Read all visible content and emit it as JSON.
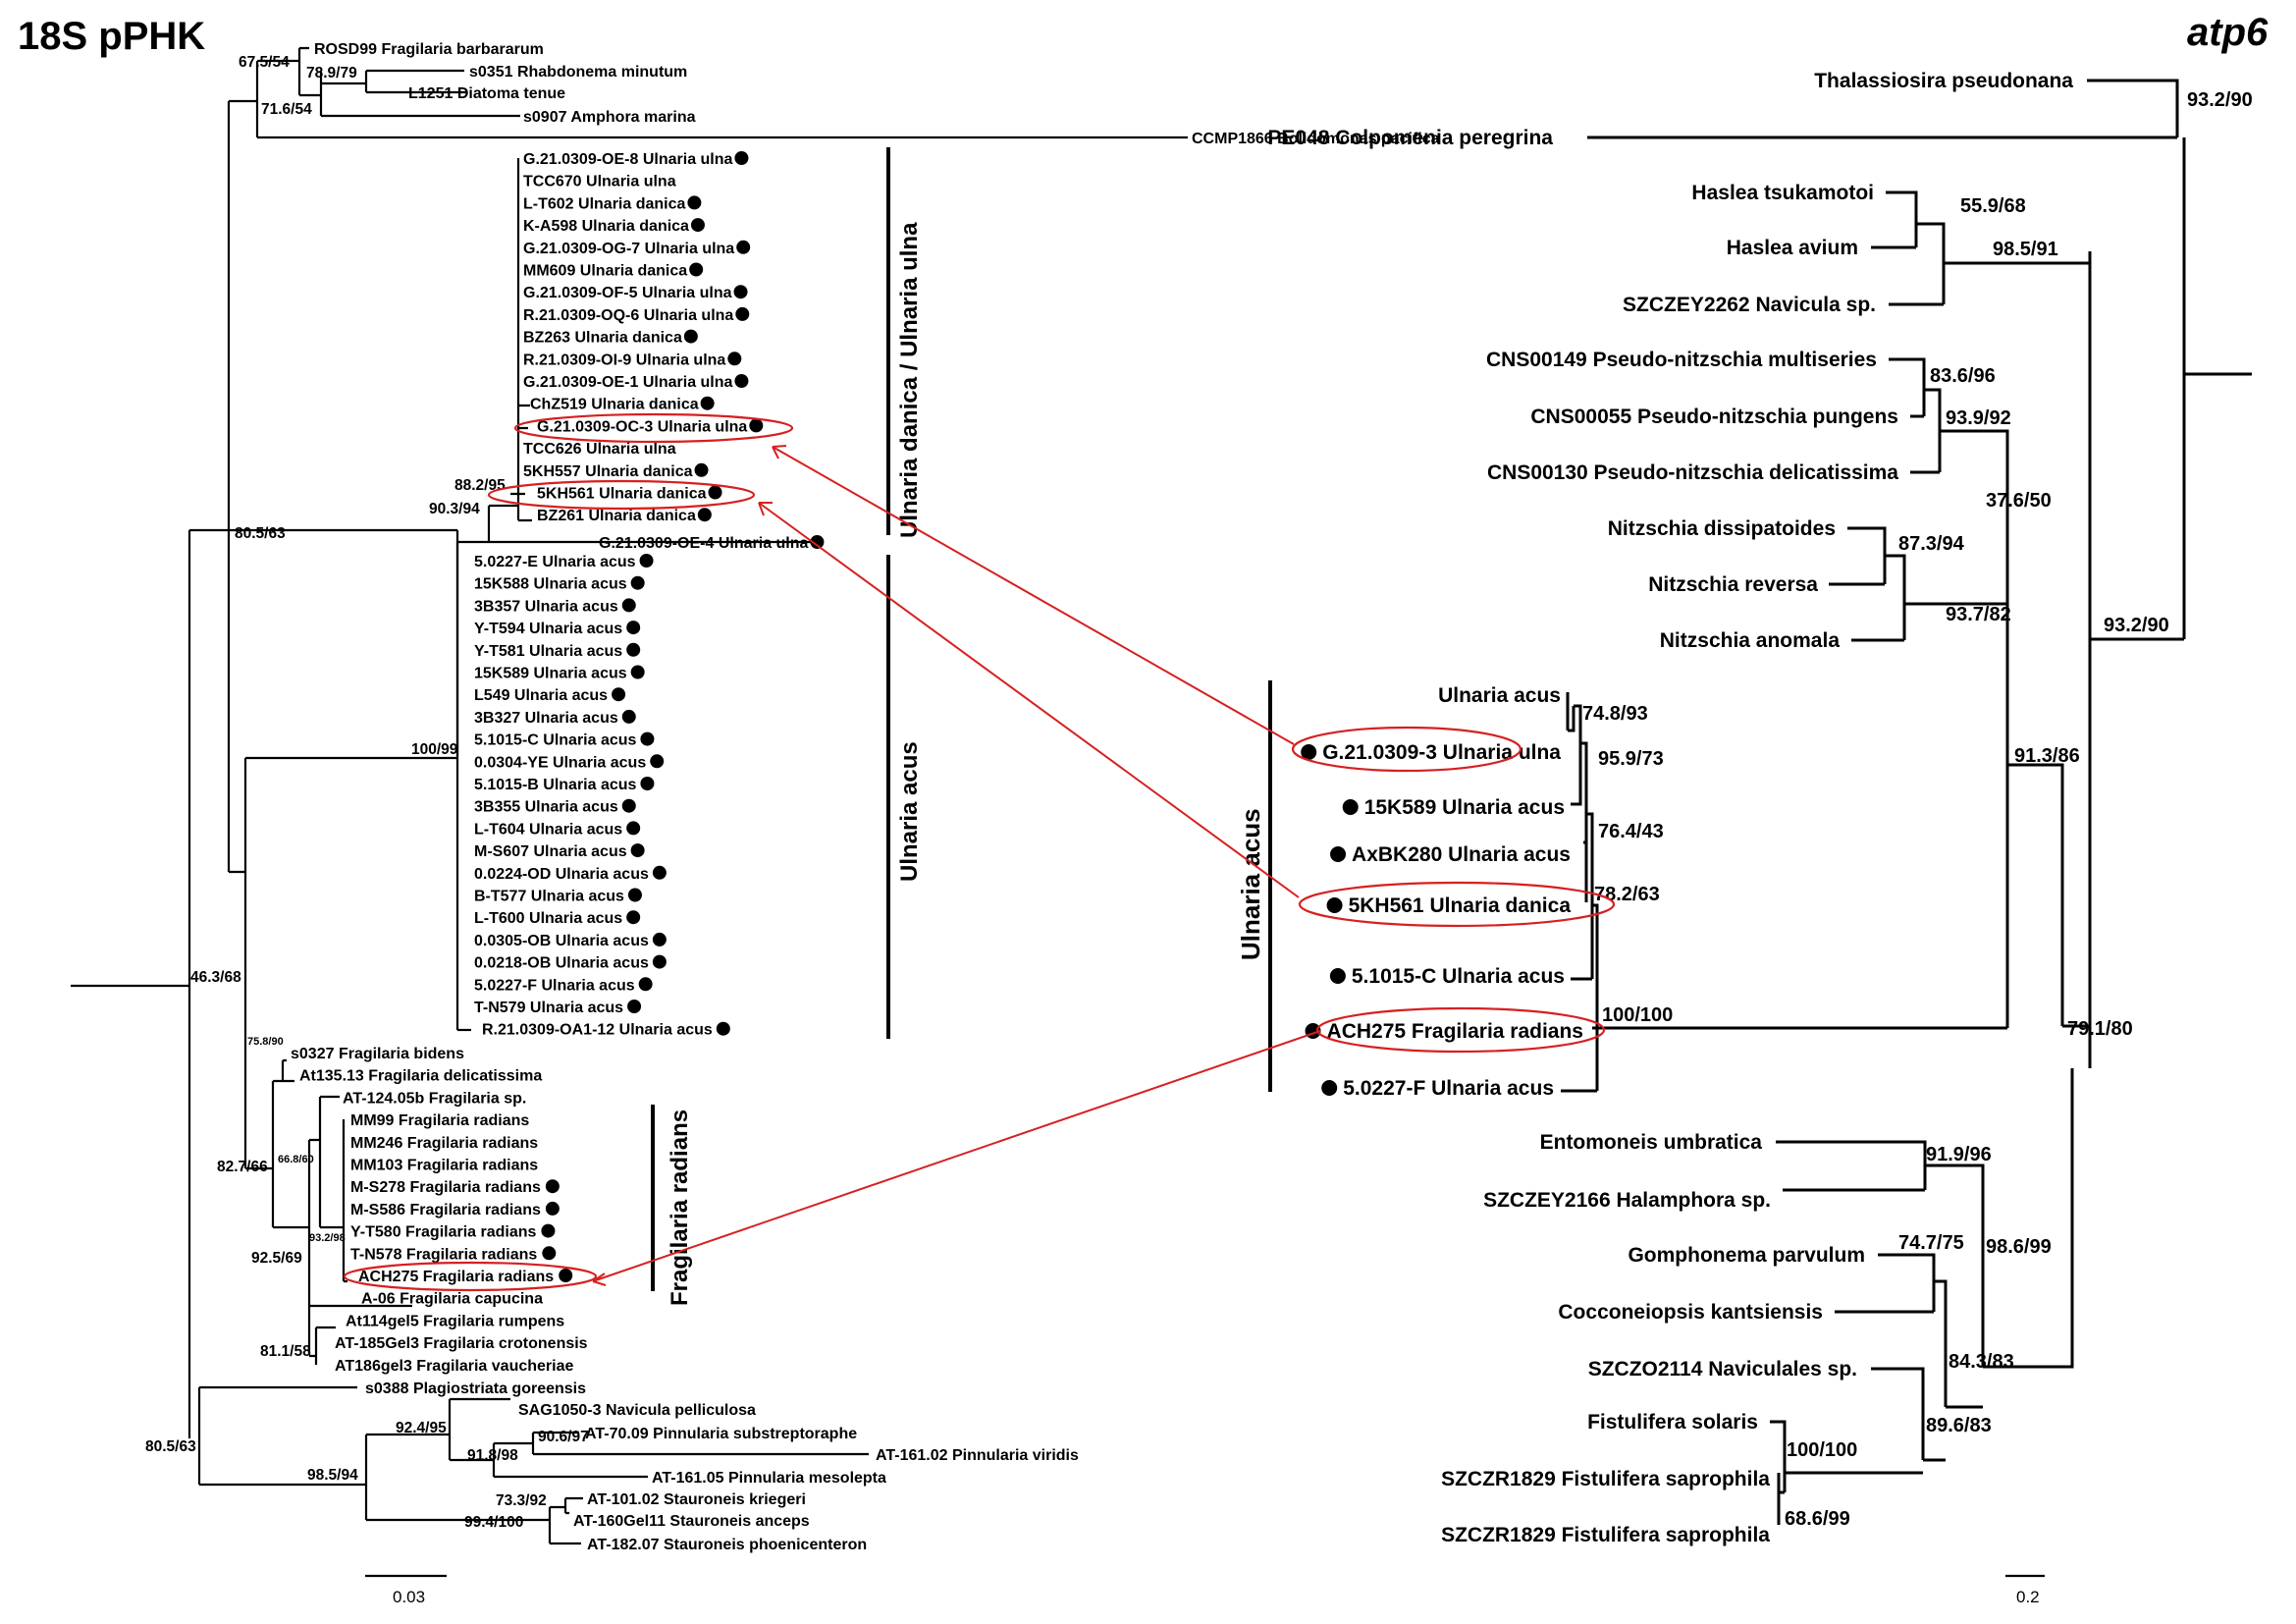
{
  "panels": {
    "left": {
      "title": "18S pPHK",
      "scale_bar": "0.03",
      "clade_labels": {
        "danica_ulna": "Ulnaria danica / Ulnaria ulna",
        "acus": "Ulnaria acus",
        "radians": "Fragilaria radians"
      },
      "outgroup_leaves": [
        "ROSD99 Fragilaria barbararum",
        "s0351 Rhabdonema minutum",
        "L1251 Diatoma tenue",
        "s0907 Amphora marina",
        "CCMP1866 Bolidomonas pacifica"
      ],
      "ulna_leaves": [
        {
          "label": "G.21.0309-OE-8 Ulnaria ulna",
          "dot": true
        },
        {
          "label": "TCC670 Ulnaria ulna",
          "dot": false
        },
        {
          "label": "L-T602 Ulnaria danica",
          "dot": true
        },
        {
          "label": "K-A598 Ulnaria danica",
          "dot": true
        },
        {
          "label": "G.21.0309-OG-7 Ulnaria ulna",
          "dot": true
        },
        {
          "label": "MM609 Ulnaria danica",
          "dot": true
        },
        {
          "label": "G.21.0309-OF-5 Ulnaria ulna",
          "dot": true
        },
        {
          "label": "R.21.0309-OQ-6 Ulnaria ulna",
          "dot": true
        },
        {
          "label": "BZ263 Ulnaria danica",
          "dot": true
        },
        {
          "label": "R.21.0309-OI-9 Ulnaria ulna",
          "dot": true
        },
        {
          "label": "G.21.0309-OE-1 Ulnaria ulna",
          "dot": true
        },
        {
          "label": "ChZ519 Ulnaria danica",
          "dot": true
        },
        {
          "label": "G.21.0309-OC-3 Ulnaria ulna",
          "dot": true,
          "highlight": true
        },
        {
          "label": "TCC626 Ulnaria ulna",
          "dot": false
        },
        {
          "label": "5KH557 Ulnaria danica",
          "dot": true
        },
        {
          "label": "5KH561 Ulnaria  danica",
          "dot": true,
          "highlight": true
        },
        {
          "label": "BZ261 Ulnaria danica",
          "dot": true
        },
        {
          "label": "G.21.0309-OE-4 Ulnaria ulna",
          "dot": true
        }
      ],
      "acus_leaves": [
        {
          "label": "5.0227-E Ulnaria acus",
          "dot": true
        },
        {
          "label": "15K588 Ulnaria acus",
          "dot": true
        },
        {
          "label": "3B357 Ulnaria acus",
          "dot": true
        },
        {
          "label": "Y-T594 Ulnaria acus",
          "dot": true
        },
        {
          "label": "Y-T581 Ulnaria acus",
          "dot": true
        },
        {
          "label": "15K589 Ulnaria acus",
          "dot": true
        },
        {
          "label": "L549 Ulnaria acus",
          "dot": true
        },
        {
          "label": "3B327 Ulnaria acus",
          "dot": true
        },
        {
          "label": "5.1015-C Ulnaria acus",
          "dot": true
        },
        {
          "label": "0.0304-YE Ulnaria acus",
          "dot": true
        },
        {
          "label": "5.1015-B Ulnaria acus",
          "dot": true
        },
        {
          "label": "3B355 Ulnaria acus",
          "dot": true
        },
        {
          "label": "L-T604 Ulnaria acus",
          "dot": true
        },
        {
          "label": "M-S607 Ulnaria acus",
          "dot": true
        },
        {
          "label": "0.0224-OD Ulnaria acus",
          "dot": true
        },
        {
          "label": "B-T577 Ulnaria acus",
          "dot": true
        },
        {
          "label": "L-T600 Ulnaria acus",
          "dot": true
        },
        {
          "label": "0.0305-OB Ulnaria acus",
          "dot": true
        },
        {
          "label": "0.0218-OB Ulnaria acus",
          "dot": true
        },
        {
          "label": "5.0227-F Ulnaria acus",
          "dot": true
        },
        {
          "label": "T-N579 Ulnaria acus",
          "dot": true
        },
        {
          "label": "R.21.0309-OA1-12 Ulnaria acus",
          "dot": true
        }
      ],
      "fragilaria_leaves": [
        {
          "label": "s0327 Fragilaria bidens",
          "dot": false
        },
        {
          "label": "At135.13 Fragilaria delicatissima",
          "dot": false
        },
        {
          "label": "AT-124.05b Fragilaria sp.",
          "dot": false
        },
        {
          "label": "MM99 Fragilaria radians",
          "dot": false
        },
        {
          "label": "MM246 Fragilaria radians",
          "dot": false
        },
        {
          "label": "MM103 Fragilaria radians",
          "dot": false
        },
        {
          "label": "M-S278 Fragilaria radians",
          "dot": true
        },
        {
          "label": "M-S586 Fragilaria radians",
          "dot": true
        },
        {
          "label": "Y-T580 Fragilaria radians",
          "dot": true
        },
        {
          "label": "T-N578 Fragilaria radians",
          "dot": true
        },
        {
          "label": "ACH275 Fragilaria radians",
          "dot": true,
          "highlight": true
        },
        {
          "label": "A-06 Fragilaria capucina",
          "dot": false
        },
        {
          "label": "At114gel5 Fragilaria rumpens",
          "dot": false
        },
        {
          "label": "AT-185Gel3 Fragilaria crotonensis",
          "dot": false
        },
        {
          "label": "AT186gel3 Fragilaria vaucheriae",
          "dot": false
        }
      ],
      "other_leaves": [
        "s0388 Plagiostriata goreensis",
        "SAG1050-3 Navicula pelliculosa",
        "AT-70.09 Pinnularia substreptoraphe",
        "AT-161.02 Pinnularia viridis",
        "AT-161.05 Pinnularia mesolepta",
        "AT-101.02 Stauroneis kriegeri",
        "AT-160Gel11 Stauroneis anceps",
        "AT-182.07 Stauroneis phoenicenteron"
      ],
      "support": {
        "n_67_5": "67.5/54",
        "n_78_9": "78.9/79",
        "n_71_6": "71.6/54",
        "n_80_5a": "80.5/63",
        "n_88_2": "88.2/95",
        "n_90_3": "90.3/94",
        "n_100_99": "100/99",
        "n_46_3": "46.3/68",
        "n_75_8": "75.8/90",
        "n_82_7": "82.7/66",
        "n_66_8": "66.8/60",
        "n_93_2": "93.2/98",
        "n_92_5": "92.5/69",
        "n_81_1": "81.1/58",
        "n_80_5b": "80.5/63",
        "n_92_4": "92.4/95",
        "n_90_6": "90.6/97",
        "n_91_8": "91.8/98",
        "n_98_5": "98.5/94",
        "n_73_3": "73.3/92",
        "n_99_4": "99.4/100"
      }
    },
    "right": {
      "title": "atp6",
      "scale_bar": "0.2",
      "clade_label": "Ulnaria acus",
      "leaves": {
        "thalassiosira": "Thalassiosira pseudonana",
        "colpomenia": "PE048 Colpomenia peregrina",
        "haslea_t": "Haslea tsukamotoi",
        "haslea_a": "Haslea avium",
        "navicula": "SZCZEY2262 Navicula sp.",
        "pn_multi": "CNS00149 Pseudo-nitzschia multiseries",
        "pn_pung": "CNS00055 Pseudo-nitzschia pungens",
        "pn_deli": "CNS00130 Pseudo-nitzschia delicatissima",
        "n_diss": "Nitzschia dissipatoides",
        "n_rev": "Nitzschia reversa",
        "n_anom": "Nitzschia anomala",
        "u_acus": "Ulnaria acus",
        "u_g21": "G.21.0309-3 Ulnaria ulna",
        "u_15k": "15K589 Ulnaria acus",
        "u_axbk": "AxBK280 Ulnaria acus",
        "u_5kh": "5KH561 Ulnaria danica",
        "u_5101": "5.1015-C Ulnaria acus",
        "u_ach": "ACH275 Fragilaria radians",
        "u_5022": "5.0227-F Ulnaria acus",
        "entom": "Entomoneis umbratica",
        "halam": "SZCZEY2166 Halamphora sp.",
        "gomph": "Gomphonema parvulum",
        "cocco": "Cocconeiopsis kantsiensis",
        "navic": "SZCZO2114 Naviculales sp.",
        "fist_s": "Fistulifera solaris",
        "fist_p1": "SZCZR1829 Fistulifera saprophila",
        "fist_p2": "SZCZR1829 Fistulifera saprophila"
      },
      "support": {
        "r_93_2a": "93.2/90",
        "r_55_9": "55.9/68",
        "r_98_5": "98.5/91",
        "r_83_6": "83.6/96",
        "r_93_9": "93.9/92",
        "r_37_6": "37.6/50",
        "r_87_3": "87.3/94",
        "r_93_7": "93.7/82",
        "r_93_2b": "93.2/90",
        "r_74_8": "74.8/93",
        "r_95_9": "95.9/73",
        "r_76_4": "76.4/43",
        "r_78_2": "78.2/63",
        "r_100": "100/100",
        "r_91_3": "91.3/86",
        "r_79_1": "79.1/80",
        "r_91_9": "91.9/96",
        "r_98_6": "98.6/99",
        "r_74_7": "74.7/75",
        "r_84_3": "84.3/83",
        "r_89_6": "89.6/83",
        "r_100b": "100/100",
        "r_68_6": "68.6/99"
      }
    }
  },
  "colors": {
    "highlight": "#d62020",
    "line": "#000000"
  }
}
